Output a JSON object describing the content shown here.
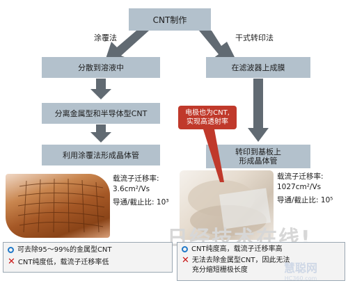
{
  "title": "CNT制作",
  "left_branch": {
    "label": "涂覆法",
    "steps": [
      "分散到溶液中",
      "分离金属型和半导体型CNT",
      "利用涂覆法形成晶体管"
    ],
    "mobility_label": "载流子迁移率:",
    "mobility_value": "3.6cm²/Vs",
    "onoff_label": "导通/截止比: 10³",
    "pro": "可去除95～99%的金属型CNT",
    "con": "CNT纯度低，载流子迁移率低"
  },
  "right_branch": {
    "label": "干式转印法",
    "steps": [
      "在滤波器上成膜",
      "转印到基板上\n形成晶体管"
    ],
    "callout": "电极也为CNT,\n实现高透射率",
    "mobility_label": "载流子迁移率:",
    "mobility_value": "1027cm²/Vs",
    "onoff_label": "导通/截止比: 10⁵",
    "pro": "CNT纯度高，载流子迁移率高",
    "con": "无法去除金属型CNT，因此无法充分缩短栅极长度"
  },
  "watermarks": [
    "日经技术在线!",
    "慧聪网",
    "HC360.com"
  ],
  "colors": {
    "box": "#b3c1cc",
    "arrow": "#616a72",
    "callout": "#c0392b",
    "pro_icon": "#1f78c8",
    "con_icon": "#c81414"
  }
}
